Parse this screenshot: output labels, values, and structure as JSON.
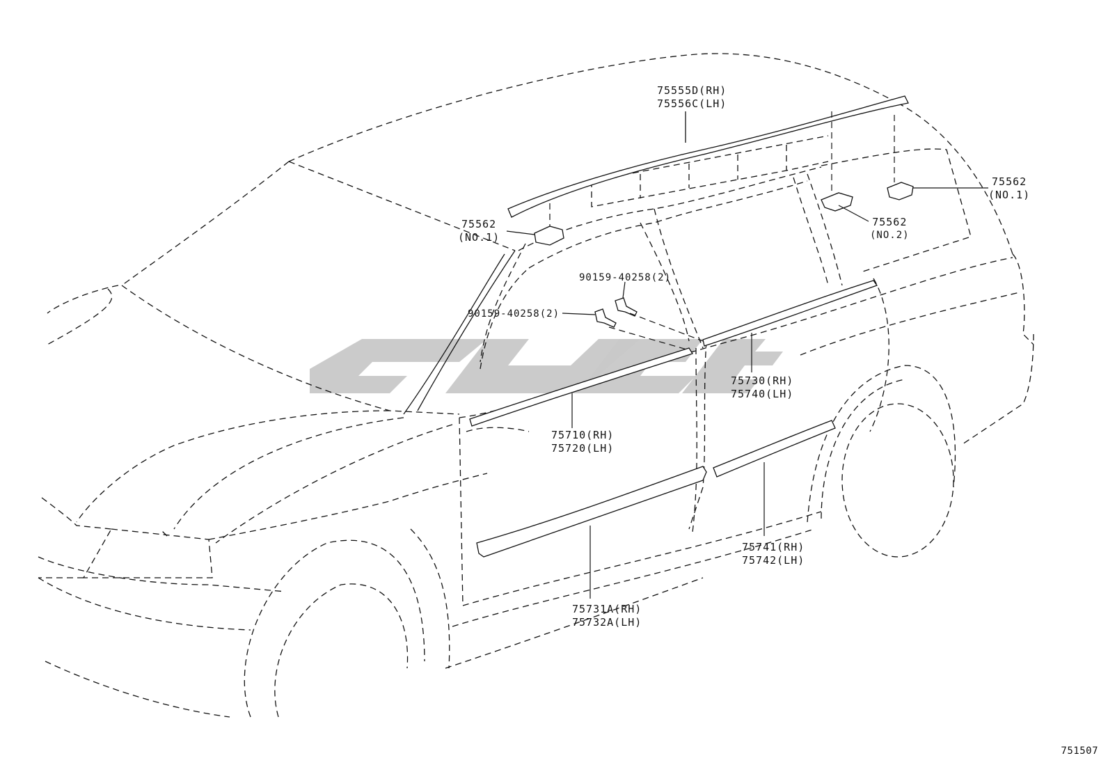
{
  "diagram": {
    "code": "751507",
    "labels": {
      "rail_top": [
        "75555D(RH)",
        "75556C(LH)"
      ],
      "clip_front": [
        "75562",
        "(NO.1)"
      ],
      "clip_rear_right": [
        "75562",
        "(NO.1)"
      ],
      "clip_mid": [
        "75562",
        "(NO.2)"
      ],
      "screw_upper": "90159-40258(2)",
      "screw_lower": "90159-40258(2)",
      "front_belt": [
        "75710(RH)",
        "75720(LH)"
      ],
      "rear_belt": [
        "75730(RH)",
        "75740(LH)"
      ],
      "front_side": [
        "75731A(RH)",
        "75732A(LH)"
      ],
      "rear_side": [
        "75741(RH)",
        "75742(LH)"
      ]
    }
  }
}
